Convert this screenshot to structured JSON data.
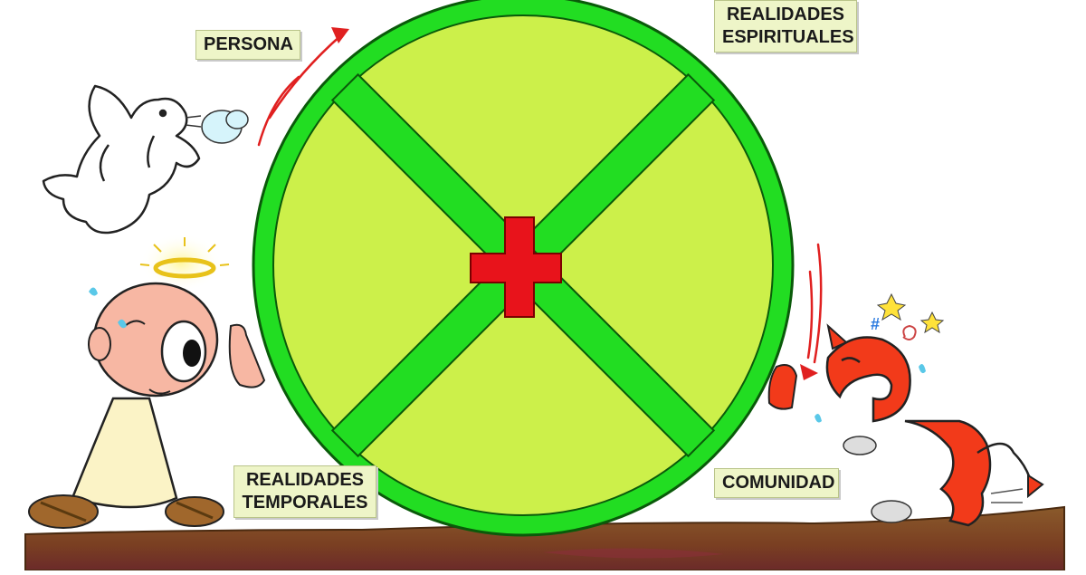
{
  "labels": {
    "persona": "PERSONA",
    "realidades_espirituales": [
      "REALIDADES",
      "ESPIRITUALES"
    ],
    "realidades_temporales": [
      "REALIDADES",
      "TEMPORALES"
    ],
    "comunidad": "COMUNIDAD"
  },
  "colors": {
    "wheel_rim": "#22dd22",
    "wheel_fill": "#ccf04a",
    "cross": "#e8131b",
    "ground": "#7a4a23",
    "arrow": "#e02020",
    "label_bg": "#eef5c8"
  },
  "icons": [
    "angel-icon",
    "dove-icon",
    "halo-icon",
    "devil-icon",
    "red-cross-icon",
    "spoked-wheel-icon"
  ]
}
